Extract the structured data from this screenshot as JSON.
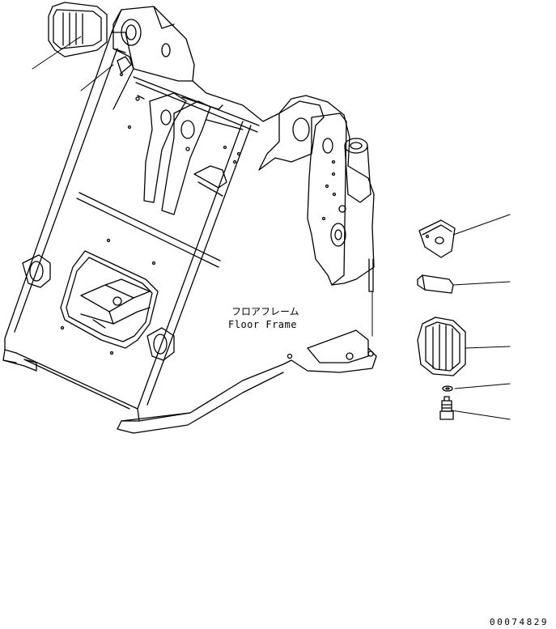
{
  "labels": {
    "jp": "フロアフレーム",
    "en": "Floor Frame"
  },
  "doc_number": "00074829"
}
